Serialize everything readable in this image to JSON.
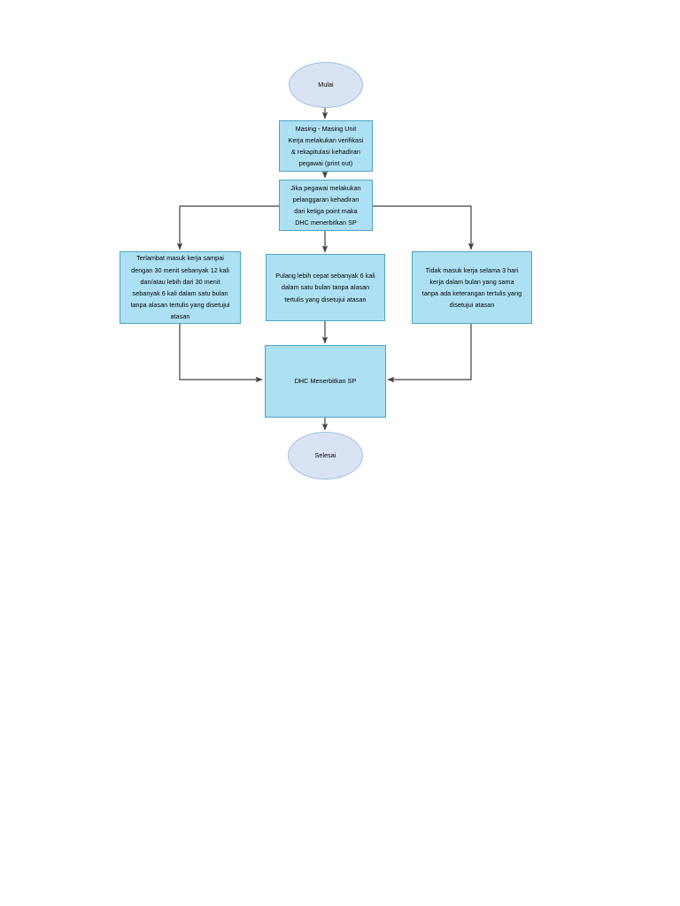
{
  "diagram": {
    "type": "flowchart",
    "orientation": "top-to-bottom",
    "page_background": "#ffffff",
    "palette": {
      "terminator_fill": "#dae3f3",
      "terminator_stroke": "#9dc3e6",
      "process_fill": "#ace0f2",
      "process_stroke": "#4ea3c8",
      "connector_stroke": "#404040",
      "text_color": "#000000"
    },
    "nodes": {
      "start": {
        "shape": "ellipse",
        "label": "Mulai"
      },
      "verification": {
        "shape": "rectangle",
        "label": "Masing - Masing Unit\nKerja melakukan verifikasi\n& rekapitulasi kehadiran\npegawai (print out)"
      },
      "condition": {
        "shape": "rectangle",
        "label": "Jika pegawai melakukan\npelanggaran kehadiran\ndari ketiga point maka\nDHC menerbitkan SP"
      },
      "branch_late": {
        "shape": "rectangle",
        "label": "Terlambat masuk kerja sampai\ndengan 30 menit sebanyak 12 kali\ndan/atau lebih dari 30 menit\nsebanyak 6 kali dalam satu bulan\ntanpa alasan tertulis yang disetujui\natasan"
      },
      "branch_early_leave": {
        "shape": "rectangle",
        "label": "Pulang lebih cepat sebanyak 6 kali\ndalam satu bulan tanpa alasan\ntertulis yang disetujui atasan"
      },
      "branch_absent": {
        "shape": "rectangle",
        "label": "Tidak masuk kerja selama 3 hari\nkerja dalam bulan yang sama\ntanpa ada keterangan tertulis yang\ndisetujui atasan"
      },
      "issue_sp": {
        "shape": "rectangle",
        "label": "DHC Menerbitkan SP"
      },
      "end": {
        "shape": "ellipse",
        "label": "Selesai"
      }
    },
    "edges": [
      {
        "from": "start",
        "to": "verification",
        "style": "straight-down"
      },
      {
        "from": "verification",
        "to": "condition",
        "style": "straight-down"
      },
      {
        "from": "condition",
        "to": "branch_late",
        "style": "elbow-left"
      },
      {
        "from": "condition",
        "to": "branch_early_leave",
        "style": "straight-down"
      },
      {
        "from": "condition",
        "to": "branch_absent",
        "style": "elbow-right"
      },
      {
        "from": "branch_late",
        "to": "issue_sp",
        "style": "elbow-left"
      },
      {
        "from": "branch_early_leave",
        "to": "issue_sp",
        "style": "straight-down"
      },
      {
        "from": "branch_absent",
        "to": "issue_sp",
        "style": "elbow-right"
      },
      {
        "from": "issue_sp",
        "to": "end",
        "style": "straight-down"
      }
    ]
  }
}
